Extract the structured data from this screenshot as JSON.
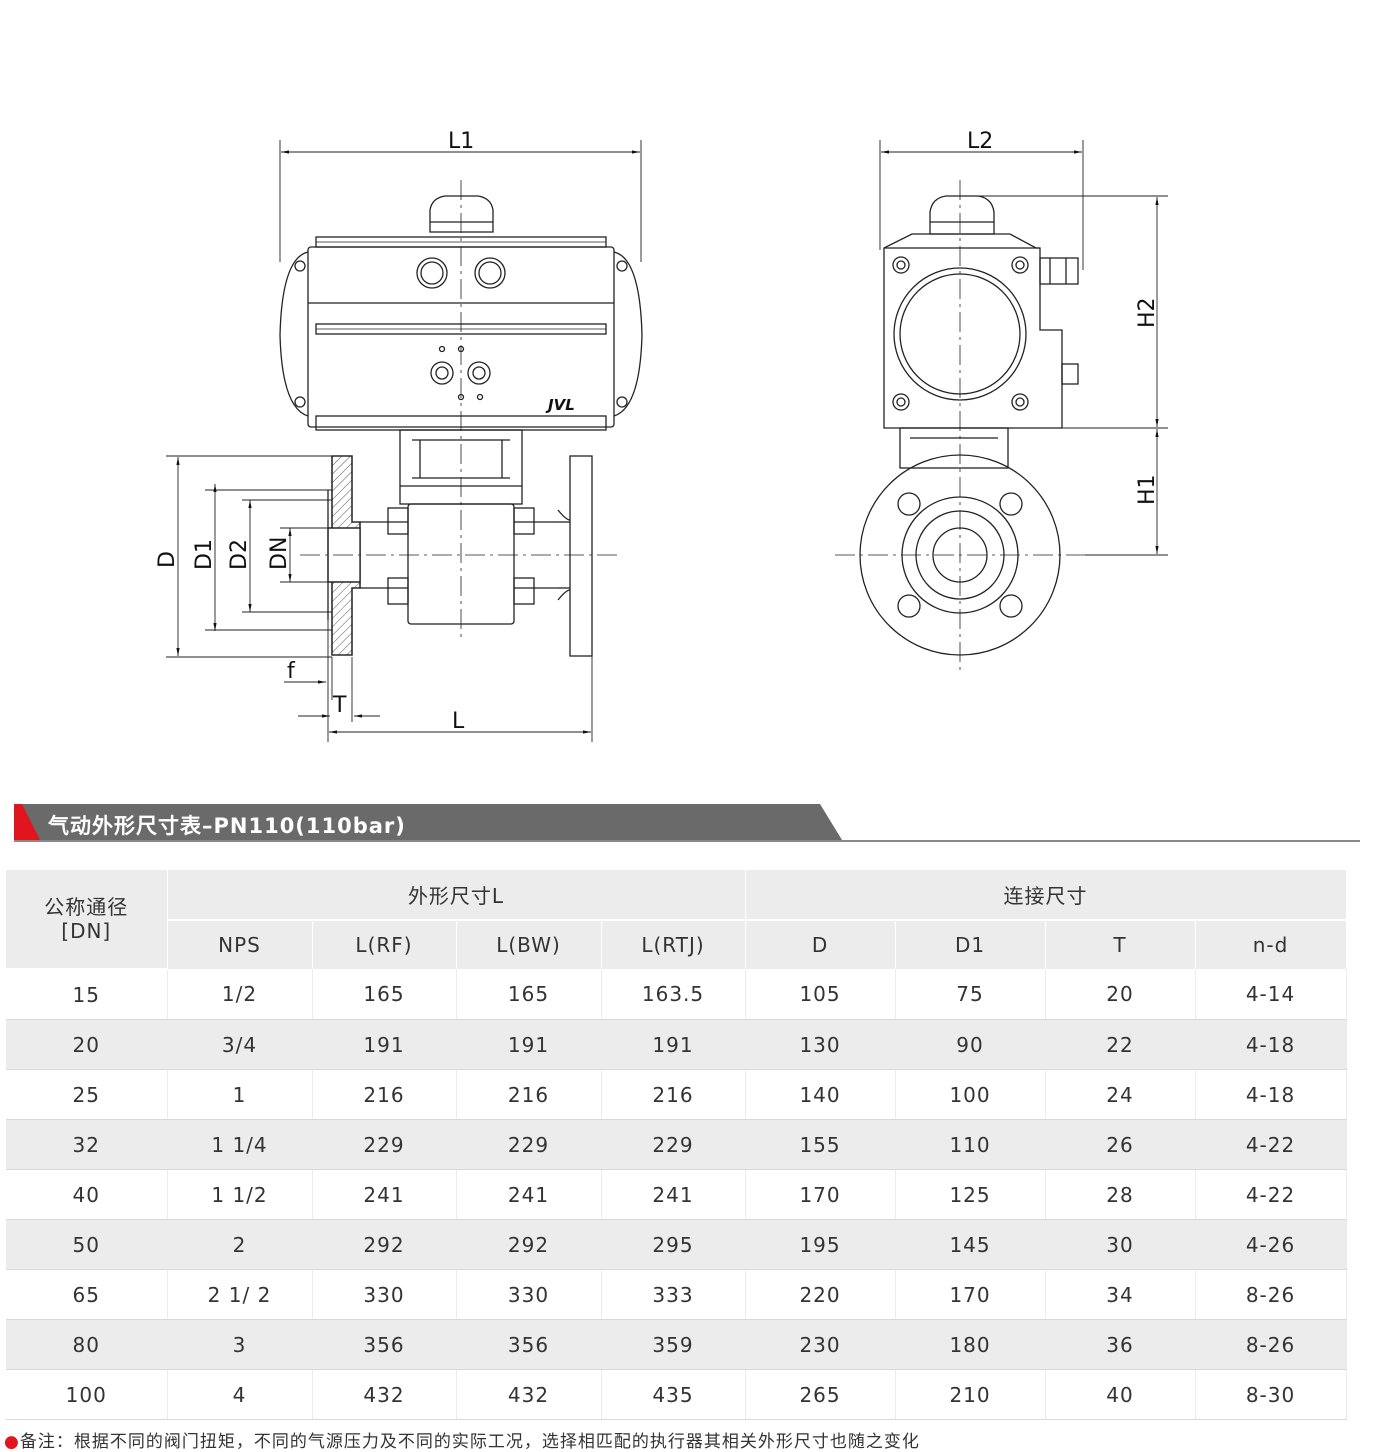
{
  "drawing": {
    "dim_labels": {
      "L1": "L1",
      "L2": "L2",
      "H1": "H1",
      "H2": "H2",
      "D": "D",
      "D1": "D1",
      "D2": "D2",
      "DN": "DN",
      "f": "f",
      "T": "T",
      "L": "L"
    },
    "brand": "JVL"
  },
  "section": {
    "title": "气动外形尺寸表–PN110(110bar)",
    "accent_color": "#e0151e",
    "tab_color": "#6a6a6a"
  },
  "table": {
    "group_headers": {
      "nominal": "公称通径",
      "nominal_sub": "[DN]",
      "length": "外形尺寸L",
      "connection": "连接尺寸"
    },
    "columns": [
      "NPS",
      "L(RF)",
      "L(BW)",
      "L(RTJ)",
      "D",
      "D1",
      "T",
      "n-d"
    ],
    "rows": [
      [
        "15",
        "1/2",
        "165",
        "165",
        "163.5",
        "105",
        "75",
        "20",
        "4-14"
      ],
      [
        "20",
        "3/4",
        "191",
        "191",
        "191",
        "130",
        "90",
        "22",
        "4-18"
      ],
      [
        "25",
        "1",
        "216",
        "216",
        "216",
        "140",
        "100",
        "24",
        "4-18"
      ],
      [
        "32",
        "1 1/4",
        "229",
        "229",
        "229",
        "155",
        "110",
        "26",
        "4-22"
      ],
      [
        "40",
        "1 1/2",
        "241",
        "241",
        "241",
        "170",
        "125",
        "28",
        "4-22"
      ],
      [
        "50",
        "2",
        "292",
        "292",
        "295",
        "195",
        "145",
        "30",
        "4-26"
      ],
      [
        "65",
        "2 1/ 2",
        "330",
        "330",
        "333",
        "220",
        "170",
        "34",
        "8-26"
      ],
      [
        "80",
        "3",
        "356",
        "356",
        "359",
        "230",
        "180",
        "36",
        "8-26"
      ],
      [
        "100",
        "4",
        "432",
        "432",
        "435",
        "265",
        "210",
        "40",
        "8-30"
      ]
    ]
  },
  "note": {
    "bullet": "●",
    "text": "备注：根据不同的阀门扭矩，不同的气源压力及不同的实际工况，选择相匹配的执行器其相关外形尺寸也随之变化"
  }
}
